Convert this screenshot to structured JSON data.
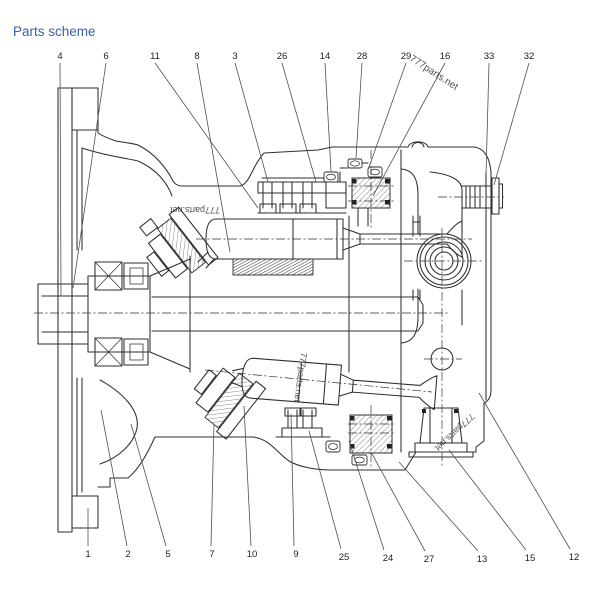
{
  "page": {
    "title": "Parts scheme"
  },
  "colors": {
    "accent": "#3b5fa8",
    "line": "#2e2e2e",
    "leader": "#4f4f4f"
  },
  "watermark": {
    "text": "777parts.net"
  },
  "diagram": {
    "description": "Cross-section parts scheme of an axial piston hydraulic motor with numbered callouts",
    "callouts": {
      "top": [
        "4",
        "6",
        "11",
        "8",
        "3",
        "26",
        "14",
        "28",
        "29",
        "16",
        "33",
        "32"
      ],
      "bottom": [
        "1",
        "2",
        "5",
        "7",
        "10",
        "9",
        "25",
        "24",
        "27",
        "13",
        "15",
        "12"
      ]
    }
  }
}
